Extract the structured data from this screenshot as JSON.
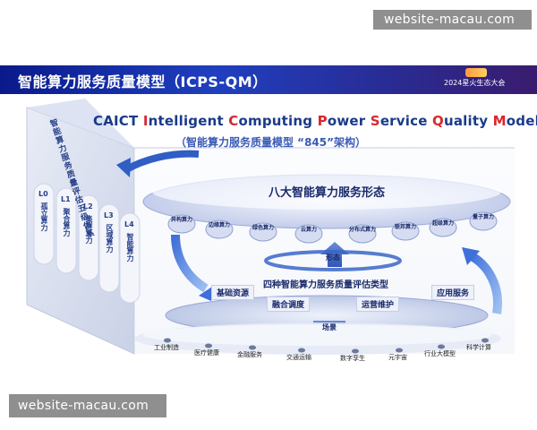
{
  "watermark": {
    "top": "website-macau.com",
    "bottom": "website-macau.com"
  },
  "header": {
    "title": "智能算力服务质量模型（ICPS-QM）",
    "event": "2024星火生态大会"
  },
  "diagram": {
    "english_title_parts": [
      {
        "text": "CAICT  ",
        "cap": false
      },
      {
        "text": "I",
        "cap": true
      },
      {
        "text": "ntelligent ",
        "cap": false
      },
      {
        "text": "C",
        "cap": true
      },
      {
        "text": "omputing ",
        "cap": false
      },
      {
        "text": "P",
        "cap": true
      },
      {
        "text": "ower ",
        "cap": false
      },
      {
        "text": "S",
        "cap": true
      },
      {
        "text": "ervice ",
        "cap": false
      },
      {
        "text": "Q",
        "cap": true
      },
      {
        "text": "uality ",
        "cap": false
      },
      {
        "text": "M",
        "cap": true
      },
      {
        "text": "odel",
        "cap": false
      }
    ],
    "chinese_subtitle": "（智能算力服务质量模型 “845”架构）",
    "left_block": {
      "title": "智能算力服务质量评估五级体系",
      "levels": [
        {
          "code": "L0",
          "name": "孤立算力"
        },
        {
          "code": "L1",
          "name": "聚合算力"
        },
        {
          "code": "L2",
          "name": "集群算力"
        },
        {
          "code": "L3",
          "name": "区域算力"
        },
        {
          "code": "L4",
          "name": "智能算力"
        }
      ]
    },
    "top_layer": {
      "title": "八大智能算力服务形态",
      "forms": [
        "异构算力",
        "边缘算力",
        "绿色算力",
        "云算力",
        "分布式算力",
        "联邦算力",
        "超级算力",
        "量子算力"
      ]
    },
    "middle_layer": {
      "up_arrow_label": "形态",
      "title": "四种智能算力服务质量评估类型",
      "types": [
        "基础资源",
        "融合调度",
        "运营维护",
        "应用服务"
      ],
      "down_arrow_label": "场景"
    },
    "bottom_layer": {
      "domains": [
        "工业制造",
        "医疗健康",
        "金融服务",
        "交通运输",
        "数字孪生",
        "元宇宙",
        "行业大模型",
        "科学计算"
      ]
    }
  }
}
